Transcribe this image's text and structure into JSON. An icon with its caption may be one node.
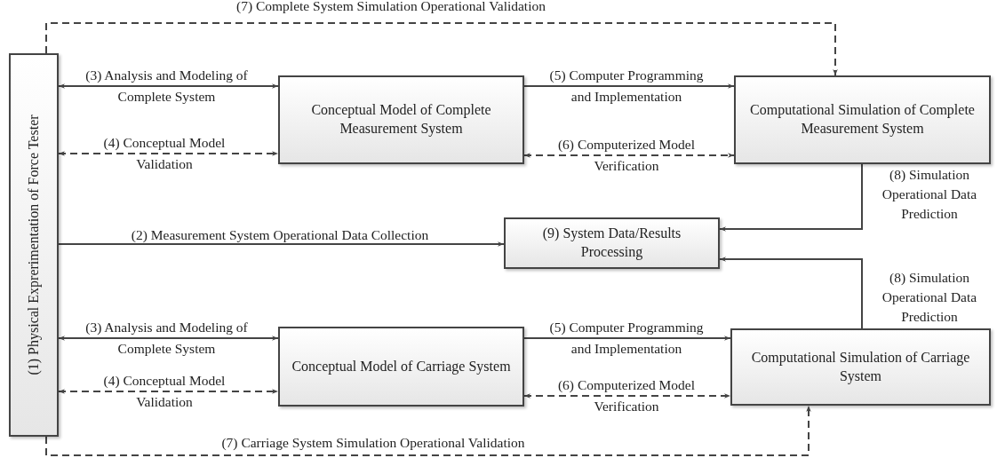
{
  "diagram": {
    "nodes": [
      {
        "text": [
          "(1) Physical Exprerimentation of Force Tester"
        ]
      },
      {
        "text": [
          "Conceptual Model of Complete Measurement System"
        ]
      },
      {
        "text": [
          "Computational Simulation of Complete Measurement System"
        ]
      },
      {
        "text": [
          "(9) System Data/Results Processing"
        ]
      },
      {
        "text": [
          "Conceptual Model of Carriage System"
        ]
      },
      {
        "text": [
          "Computational Simulation of Carriage System"
        ]
      }
    ],
    "edges": [
      {
        "from": 0,
        "to": 1,
        "arrow": "both",
        "label": "(3) Analysis and Modeling of Complete System"
      },
      {
        "from": 0,
        "to": 1,
        "arrow": "both",
        "style": "dashed",
        "label": "(4) Conceptual Model Validation"
      },
      {
        "from": 1,
        "to": 2,
        "arrow": "to",
        "label": "(5) Computer Programming and Implementation"
      },
      {
        "from": 1,
        "to": 2,
        "arrow": "both",
        "style": "dashed",
        "label": "(6) Computerized Model Verification"
      },
      {
        "from": 0,
        "to": 2,
        "arrow": "to",
        "style": "dashed",
        "label": "(7) Complete System Simulation Operational Validation"
      },
      {
        "from": 2,
        "to": 3,
        "arrow": "to",
        "label": "(8) Simulation Operational Data Prediction"
      },
      {
        "from": 0,
        "to": 3,
        "arrow": "to",
        "label": "(2) Measurement System Operational Data Collection"
      },
      {
        "from": 0,
        "to": 4,
        "arrow": "both",
        "label": "(3) Analysis and Modeling of Complete System"
      },
      {
        "from": 0,
        "to": 4,
        "arrow": "both",
        "style": "dashed",
        "label": "(4) Conceptual Model Validation"
      },
      {
        "from": 4,
        "to": 5,
        "arrow": "to",
        "label": "(5) Computer Programming and Implementation"
      },
      {
        "from": 4,
        "to": 5,
        "arrow": "both",
        "style": "dashed",
        "label": "(6) Computerized Model Verification"
      },
      {
        "from": 0,
        "to": 5,
        "arrow": "to",
        "style": "dashed",
        "label": "(7) Carriage System Simulation Operational Validation"
      },
      {
        "from": 5,
        "to": 3,
        "arrow": "to",
        "label": "(8) Simulation Operational Data Prediction"
      }
    ]
  }
}
